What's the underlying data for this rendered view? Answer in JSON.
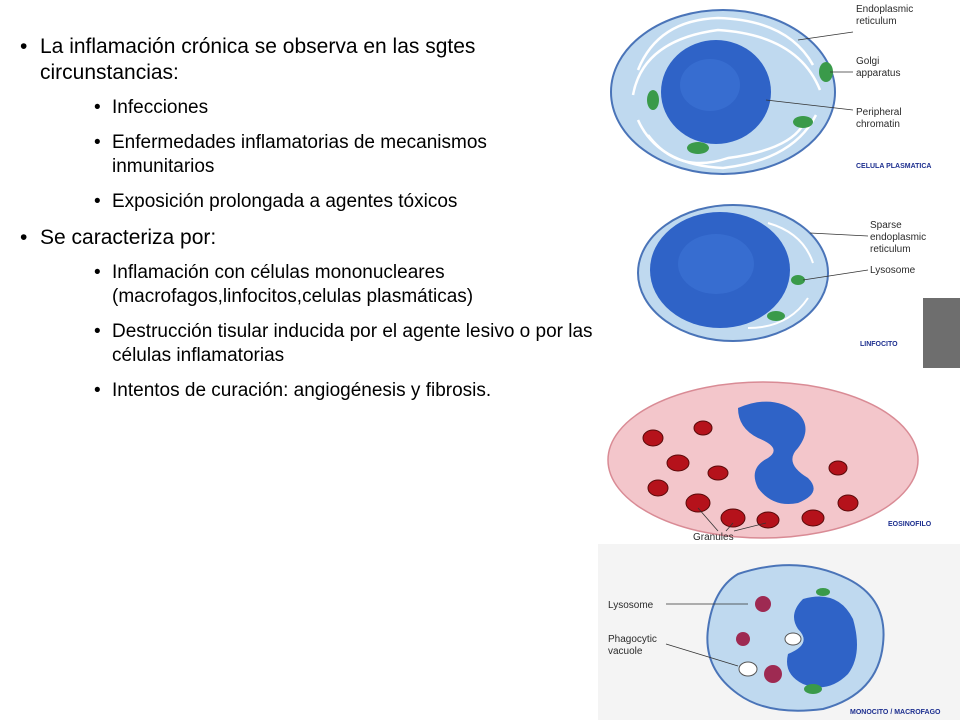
{
  "bullets": [
    {
      "text": "La inflamación crónica se observa en las sgtes circunstancias:",
      "sub": [
        "Infecciones",
        "Enfermedades inflamatorias de mecanismos inmunitarios",
        "Exposición prolongada a agentes tóxicos"
      ]
    },
    {
      "text": "Se caracteriza por:",
      "sub": [
        "Inflamación con células mononucleares (macrofagos,linfocitos,celulas plasmáticas)",
        "Destrucción tisular inducida por el agente lesivo o por las células inflamatorias",
        "Intentos de curación: angiogénesis y fibrosis."
      ]
    }
  ],
  "figures": {
    "plasma": {
      "caption": "CELULA PLASMATICA",
      "labels": [
        "Endoplasmic reticulum",
        "Golgi apparatus",
        "Peripheral chromatin"
      ]
    },
    "lymph": {
      "caption": "LINFOCITO",
      "labels": [
        "Sparse endoplasmic reticulum",
        "Lysosome"
      ]
    },
    "eos": {
      "caption": "EOSINOFILO",
      "labels": [
        "Granules"
      ]
    },
    "mono": {
      "caption": "MONOCITO / MACROFAGO",
      "labels": [
        "Lysosome",
        "Phagocytic vacuole"
      ]
    }
  },
  "colors": {
    "cytoplasm": "#bfd9ef",
    "nucleus": "#2f63c7",
    "eos_cytoplasm": "#f3c6cb",
    "granule": "#b5121b",
    "golgi": "#3a9a4a"
  }
}
